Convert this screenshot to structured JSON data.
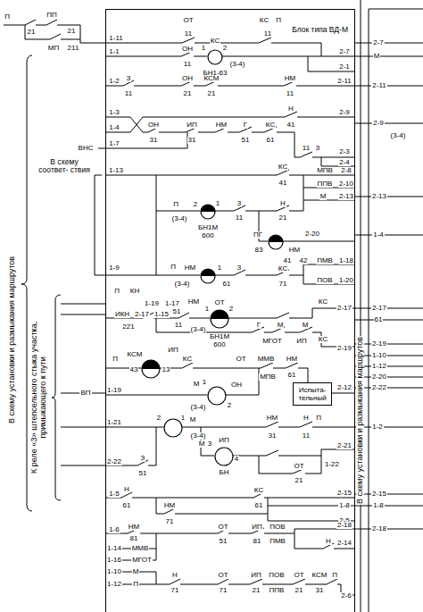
{
  "diagram": {
    "nodes": [
      {
        "text": [
          "Блок типа ВД-М"
        ]
      },
      {
        "text": [
          "КС",
          "БН1-63"
        ],
        "in": 0
      },
      {
        "text": [
          "БН1М",
          "600"
        ],
        "in": 0
      },
      {
        "text": [
          "ПГ"
        ],
        "in": 0
      },
      {
        "text": [
          "НМ"
        ],
        "in": 0
      },
      {
        "text": [
          "ОТ",
          "БН1М",
          "600"
        ],
        "in": 0
      },
      {
        "text": [
          "КСМ"
        ],
        "in": 0
      },
      {
        "text": [
          "ОН"
        ],
        "in": 0
      },
      {
        "text": [
          "М"
        ],
        "in": 0
      },
      {
        "text": [
          "ИП",
          "БН"
        ],
        "in": 0
      },
      {
        "text": [
          "Испыта- тельный"
        ],
        "in": 0
      }
    ],
    "labels": [
      "В схему установки и размыкания маршрутов",
      "К реле «З» штепсельного стыка участка, примыкающего к пути",
      "В схему установки и размыкания маршрутов",
      "В схему соответ- ствия",
      "П",
      "ПП",
      "21",
      "21",
      "МП",
      "211",
      "1-11",
      "ОТ",
      "11",
      "КС",
      "П",
      "11",
      "1-1",
      "ОН",
      "11",
      "1",
      "2",
      "(3-4)",
      "2-7",
      "2-1",
      "1-2",
      "З",
      "11",
      "ОН",
      "21",
      "КСМ",
      "21",
      "НМ",
      "11",
      "2-11",
      "1-3",
      "Н",
      "41",
      "2-9",
      "1-4",
      "ОН",
      "31",
      "ИП",
      "31",
      "НМ",
      "Г",
      "51",
      "КС",
      "61",
      "11",
      "З",
      "2-3",
      "2-4",
      "ВНС",
      "1-7",
      "1-13",
      "КС",
      "41",
      "МПВ",
      "2-8",
      "ППВ",
      "2-10",
      "М",
      "2-13",
      "З",
      "11",
      "Н",
      "21",
      "П",
      "2",
      "(3-4)",
      "1",
      "83",
      "2-20",
      "НМ",
      "41",
      "42",
      "ПМВ",
      "1-18",
      "ПОВ",
      "1-20",
      "1-9",
      "П",
      "1",
      "61",
      "(3-4)",
      "З",
      "КС",
      "71",
      "П",
      "КН",
      "1-19",
      "1-17",
      "НМ",
      "ИКН",
      "2-17",
      "1-15",
      "221",
      "51",
      "11",
      "1",
      "2",
      "(3-4)",
      "КС",
      "2-17",
      "Г",
      "М",
      "М",
      "МГОТ",
      "ИП",
      "КС",
      "2-19",
      "ИП",
      "П",
      "43",
      "13",
      "КС",
      "ОТ",
      "ММВ",
      "НМ",
      "МПВ",
      "61",
      "2-12",
      "ВП",
      "1-19",
      "М",
      "1",
      "2",
      "(3-4)",
      "1-21",
      "2",
      "1",
      "(3-4)",
      "НМ",
      "31",
      "Н",
      "П",
      "11",
      "2-21",
      "М",
      "3",
      "4",
      "ОТ",
      "21",
      "1-22",
      "2-22",
      "З",
      "51",
      "1-5",
      "Н",
      "61",
      "НМ",
      "71",
      "КС",
      "61",
      "2-15",
      "1-8",
      "2-5",
      "1-6",
      "НМ",
      "81",
      "1-14",
      "ММВ",
      "1-16",
      "МГОТ",
      "ОТ",
      "51",
      "ИП",
      "ПОВ",
      "81",
      "ПМВ",
      "2-18",
      "Н",
      "2-14",
      "1-10",
      "М",
      "1-12",
      "П",
      "Н",
      "71",
      "ОТ",
      "71",
      "ИП",
      "ПОВ",
      "21",
      "ППВ",
      "ОТ",
      "КСМ",
      "П",
      "21",
      "31",
      "2-6",
      "2-7",
      "М",
      "2-11",
      "2-9",
      "(3-4)",
      "2-13",
      "1-4",
      "2-17",
      "61",
      "2-19",
      "1-10",
      "1-12",
      "2-20",
      "2-22",
      "1-2",
      "2-15",
      "1-8",
      "2-18"
    ]
  }
}
